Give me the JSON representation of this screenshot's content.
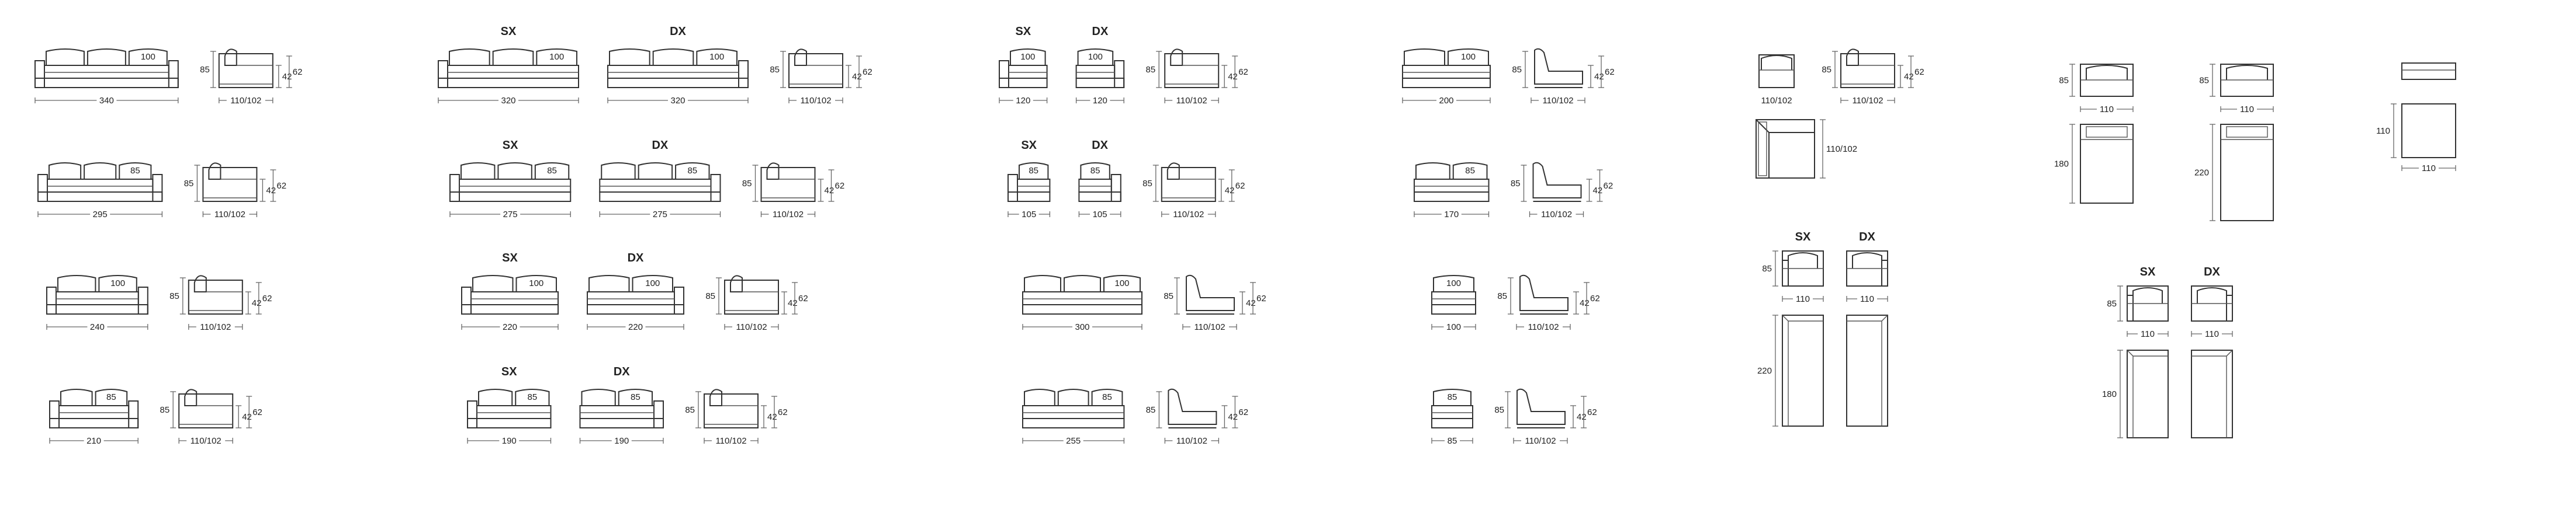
{
  "columns": [
    {
      "rows": [
        {
          "items": [
            {
              "kind": "sofa",
              "label": "",
              "seats": 3,
              "cushion": "100",
              "width": "340",
              "leftArm": true,
              "rightArm": true
            },
            {
              "kind": "side",
              "width": "110/102",
              "height": "85",
              "seat": "42",
              "arm": "62"
            }
          ]
        },
        {
          "items": [
            {
              "kind": "sofa",
              "label": "",
              "seats": 3,
              "cushion": "85",
              "width": "295",
              "leftArm": true,
              "rightArm": true
            },
            {
              "kind": "side",
              "width": "110/102",
              "height": "85",
              "seat": "42",
              "arm": "62"
            }
          ]
        },
        {
          "items": [
            {
              "kind": "sofa",
              "label": "",
              "seats": 2,
              "cushion": "100",
              "width": "240",
              "leftArm": true,
              "rightArm": true
            },
            {
              "kind": "side",
              "width": "110/102",
              "height": "85",
              "seat": "42",
              "arm": "62"
            }
          ]
        },
        {
          "items": [
            {
              "kind": "sofa",
              "label": "",
              "seats": 2,
              "cushion": "85",
              "width": "210",
              "leftArm": true,
              "rightArm": true
            },
            {
              "kind": "side",
              "width": "110/102",
              "height": "85",
              "seat": "42",
              "arm": "62"
            }
          ]
        }
      ]
    },
    {
      "rows": [
        {
          "items": [
            {
              "kind": "sofa",
              "label": "SX",
              "seats": 3,
              "cushion": "100",
              "width": "320",
              "leftArm": true,
              "rightArm": false
            },
            {
              "kind": "sofa",
              "label": "DX",
              "seats": 3,
              "cushion": "100",
              "width": "320",
              "leftArm": false,
              "rightArm": true
            },
            {
              "kind": "side",
              "width": "110/102",
              "height": "85",
              "seat": "42",
              "arm": "62"
            }
          ]
        },
        {
          "items": [
            {
              "kind": "sofa",
              "label": "SX",
              "seats": 3,
              "cushion": "85",
              "width": "275",
              "leftArm": true,
              "rightArm": false
            },
            {
              "kind": "sofa",
              "label": "DX",
              "seats": 3,
              "cushion": "85",
              "width": "275",
              "leftArm": false,
              "rightArm": true
            },
            {
              "kind": "side",
              "width": "110/102",
              "height": "85",
              "seat": "42",
              "arm": "62"
            }
          ]
        },
        {
          "items": [
            {
              "kind": "sofa",
              "label": "SX",
              "seats": 2,
              "cushion": "100",
              "width": "220",
              "leftArm": true,
              "rightArm": false
            },
            {
              "kind": "sofa",
              "label": "DX",
              "seats": 2,
              "cushion": "100",
              "width": "220",
              "leftArm": false,
              "rightArm": true
            },
            {
              "kind": "side",
              "width": "110/102",
              "height": "85",
              "seat": "42",
              "arm": "62"
            }
          ]
        },
        {
          "items": [
            {
              "kind": "sofa",
              "label": "SX",
              "seats": 2,
              "cushion": "85",
              "width": "190",
              "leftArm": true,
              "rightArm": false
            },
            {
              "kind": "sofa",
              "label": "DX",
              "seats": 2,
              "cushion": "85",
              "width": "190",
              "leftArm": false,
              "rightArm": true
            },
            {
              "kind": "side",
              "width": "110/102",
              "height": "85",
              "seat": "42",
              "arm": "62"
            }
          ]
        }
      ]
    },
    {
      "rows": [
        {
          "items": [
            {
              "kind": "sofa",
              "label": "SX",
              "seats": 1,
              "cushion": "100",
              "width": "120",
              "leftArm": true,
              "rightArm": false
            },
            {
              "kind": "sofa",
              "label": "DX",
              "seats": 1,
              "cushion": "100",
              "width": "120",
              "leftArm": false,
              "rightArm": true
            },
            {
              "kind": "side",
              "width": "110/102",
              "height": "85",
              "seat": "42",
              "arm": "62"
            }
          ]
        },
        {
          "items": [
            {
              "kind": "sofa",
              "label": "SX",
              "seats": 1,
              "cushion": "85",
              "width": "105",
              "leftArm": true,
              "rightArm": false
            },
            {
              "kind": "sofa",
              "label": "DX",
              "seats": 1,
              "cushion": "85",
              "width": "105",
              "leftArm": false,
              "rightArm": true
            },
            {
              "kind": "side",
              "width": "110/102",
              "height": "85",
              "seat": "42",
              "arm": "62"
            }
          ]
        },
        {
          "items": [
            {
              "kind": "sofa",
              "label": "",
              "seats": 3,
              "cushion": "100",
              "width": "300",
              "leftArm": false,
              "rightArm": false
            },
            {
              "kind": "side",
              "width": "110/102",
              "height": "85",
              "seat": "42",
              "arm": "62",
              "armless": true
            }
          ]
        },
        {
          "items": [
            {
              "kind": "sofa",
              "label": "",
              "seats": 3,
              "cushion": "85",
              "width": "255",
              "leftArm": false,
              "rightArm": false
            },
            {
              "kind": "side",
              "width": "110/102",
              "height": "85",
              "seat": "42",
              "arm": "62",
              "armless": true
            }
          ]
        }
      ]
    },
    {
      "rows": [
        {
          "items": [
            {
              "kind": "sofa",
              "label": "",
              "seats": 2,
              "cushion": "100",
              "width": "200",
              "leftArm": false,
              "rightArm": false
            },
            {
              "kind": "side",
              "width": "110/102",
              "height": "85",
              "seat": "42",
              "arm": "62",
              "armless": true
            }
          ]
        },
        {
          "items": [
            {
              "kind": "sofa",
              "label": "",
              "seats": 2,
              "cushion": "85",
              "width": "170",
              "leftArm": false,
              "rightArm": false
            },
            {
              "kind": "side",
              "width": "110/102",
              "height": "85",
              "seat": "42",
              "arm": "62",
              "armless": true
            }
          ]
        },
        {
          "items": [
            {
              "kind": "sofa",
              "label": "",
              "seats": 1,
              "cushion": "100",
              "width": "100",
              "leftArm": false,
              "rightArm": false
            },
            {
              "kind": "side",
              "width": "110/102",
              "height": "85",
              "seat": "42",
              "arm": "62",
              "armless": true
            }
          ]
        },
        {
          "items": [
            {
              "kind": "sofa",
              "label": "",
              "seats": 1,
              "cushion": "85",
              "width": "85",
              "leftArm": false,
              "rightArm": false
            },
            {
              "kind": "side",
              "width": "110/102",
              "height": "85",
              "seat": "42",
              "arm": "62",
              "armless": true
            }
          ]
        }
      ]
    }
  ],
  "corner": {
    "front_height": "85",
    "front_width": "110/102",
    "side_width": "110/102",
    "seat": "42",
    "arm": "62",
    "plan_depth": "110/102"
  },
  "chaise_220": {
    "label_sx": "SX",
    "label_dx": "DX",
    "height": "85",
    "width_sx": "110",
    "width_dx": "110",
    "length": "220"
  },
  "chaise_180": {
    "label_sx": "SX",
    "label_dx": "DX",
    "height": "85",
    "width_sx": "110",
    "width_dx": "110",
    "length": "180"
  },
  "daybeds": [
    {
      "height": "85",
      "width": "110",
      "length": "180"
    },
    {
      "height": "85",
      "width": "110",
      "length": "220"
    }
  ],
  "pouf": {
    "width": "110",
    "depth": "110"
  }
}
